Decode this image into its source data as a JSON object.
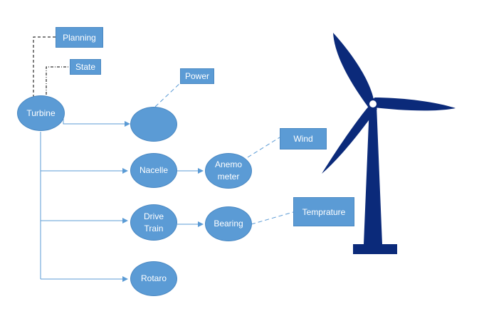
{
  "colors": {
    "node_fill": "#5b9bd5",
    "connector": "#5b9bd5",
    "turbine_icon": "#0b2a7a"
  },
  "nodes": {
    "turbine": "Turbine",
    "unlabeled": "",
    "nacelle": "Nacelle",
    "anemometer": "Anemo\nmeter",
    "drive_train": "Drive\nTrain",
    "bearing": "Bearing",
    "rotaro": "Rotaro"
  },
  "boxes": {
    "planning": "Planning",
    "state": "State",
    "power": "Power",
    "wind": "Wind",
    "temperature": "Temprature"
  },
  "icons": {
    "wind_turbine": "wind-turbine-icon"
  }
}
